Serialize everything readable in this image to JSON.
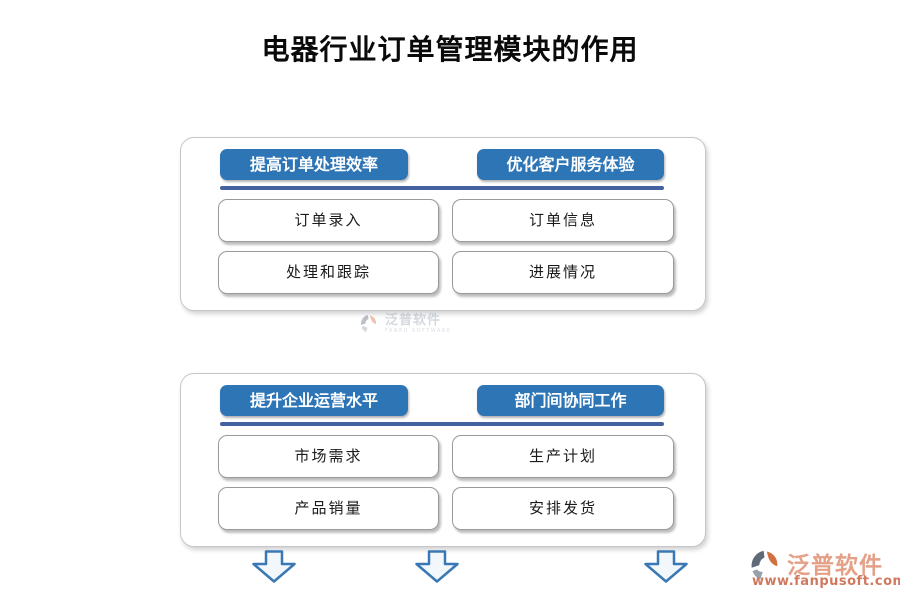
{
  "title": "电器行业订单管理模块的作用",
  "panels": [
    {
      "headers": [
        "提高订单处理效率",
        "优化客户服务体验"
      ],
      "rows": [
        [
          "订单录入",
          "订单信息"
        ],
        [
          "处理和跟踪",
          "进展情况"
        ]
      ]
    },
    {
      "headers": [
        "提升企业运营水平",
        "部门间协同工作"
      ],
      "rows": [
        [
          "市场需求",
          "生产计划"
        ],
        [
          "产品销量",
          "安排发货"
        ]
      ]
    }
  ],
  "watermark": {
    "brand": "泛普软件",
    "subtitle": "FANPU SOFTWARE"
  },
  "footer": {
    "brand": "泛普软件",
    "url": "www.fanpusoft.com"
  },
  "colors": {
    "header-blue": "#2E75B6",
    "divider-blue": "#44629F",
    "arrow-blue": "#3A78B5",
    "brand-coral": "#E5A088",
    "url-coral": "#D0795F"
  }
}
